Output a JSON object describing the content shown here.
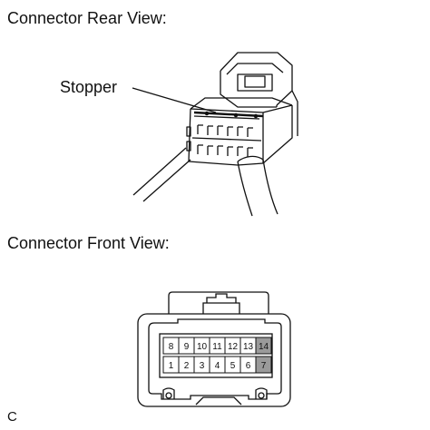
{
  "headings": {
    "rear_view": "Connector Rear View:",
    "front_view": "Connector Front View:"
  },
  "callouts": {
    "stopper": "Stopper"
  },
  "figure_code": "C",
  "front_connector": {
    "top_row": [
      {
        "label": "8",
        "shaded": false
      },
      {
        "label": "9",
        "shaded": false
      },
      {
        "label": "10",
        "shaded": false
      },
      {
        "label": "11",
        "shaded": false
      },
      {
        "label": "12",
        "shaded": false
      },
      {
        "label": "13",
        "shaded": false
      },
      {
        "label": "14",
        "shaded": true
      }
    ],
    "bottom_row": [
      {
        "label": "1",
        "shaded": false
      },
      {
        "label": "2",
        "shaded": false
      },
      {
        "label": "3",
        "shaded": false
      },
      {
        "label": "4",
        "shaded": false
      },
      {
        "label": "5",
        "shaded": false
      },
      {
        "label": "6",
        "shaded": false
      },
      {
        "label": "7",
        "shaded": true
      }
    ],
    "shade_color": "#9a9a9a"
  }
}
